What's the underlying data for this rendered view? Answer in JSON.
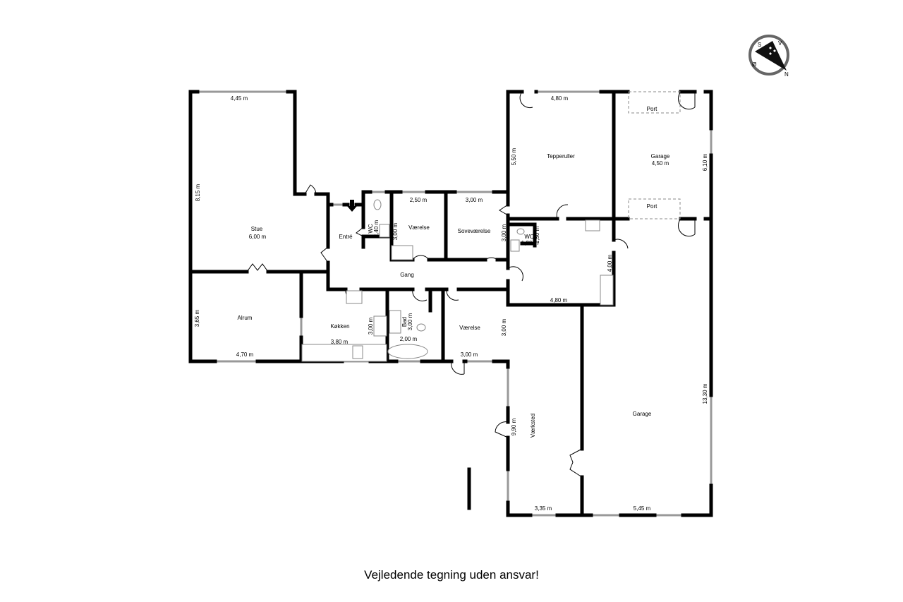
{
  "rooms": {
    "stue": {
      "name": "Stue",
      "size": "6,00 m"
    },
    "alrum": {
      "name": "Alrum"
    },
    "entre": {
      "name": "Entré"
    },
    "wc1": {
      "name": "WC",
      "size": "2,40 m"
    },
    "vaerelse1": {
      "name": "Værelse"
    },
    "sovevaerelse": {
      "name": "Soveværelse"
    },
    "gang": {
      "name": "Gang"
    },
    "koekken": {
      "name": "Køkken"
    },
    "bad": {
      "name": "Bad",
      "size": "3,00 m"
    },
    "vaerelse2": {
      "name": "Værelse"
    },
    "tepperuller": {
      "name": "Tepperuller"
    },
    "garage1": {
      "name": "Garage",
      "size": "4,50 m"
    },
    "wc2": {
      "name": "WC",
      "size": "1,30 m"
    },
    "vaerksted": {
      "name": "Værksted"
    },
    "garage2": {
      "name": "Garage"
    },
    "port1": "Port",
    "port2": "Port"
  },
  "dims": {
    "stue_top": "4,45 m",
    "stue_left": "8,15 m",
    "alrum_left": "3,65 m",
    "alrum_bottom": "4,70 m",
    "koekken_h": "3,00 m",
    "koekken_w": "3,80 m",
    "wc1_v": "3,00 m",
    "vaerelse1_top": "2,50 m",
    "sove_top": "3,00 m",
    "sove_right": "3,00 m",
    "bad_w": "2,00 m",
    "vaerelse2_right": "3,00 m",
    "vaerelse2_bottom": "3,00 m",
    "tepper_top": "4,80 m",
    "tepper_left": "5,50 m",
    "garage1_right": "6,10 m",
    "wc2_v": "1,50 m",
    "room_h": "4,00 m",
    "room_bottom": "4,80 m",
    "vaerksted_left": "9,90 m",
    "vaerksted_bottom": "3,35 m",
    "garage2_right": "13,30 m",
    "garage2_bottom": "5,45 m"
  },
  "compass": {
    "letters": [
      "S",
      "V",
      "N",
      "Ø"
    ]
  },
  "caption": "Vejledende tegning uden ansvar!"
}
